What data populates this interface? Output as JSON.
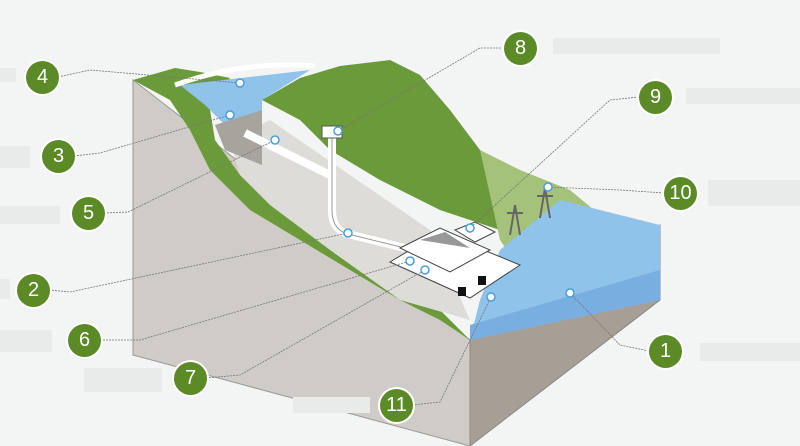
{
  "diagram": {
    "callouts": [
      "1",
      "2",
      "3",
      "4",
      "5",
      "6",
      "7",
      "8",
      "9",
      "10",
      "11"
    ],
    "colors": {
      "badge": "#5b8a26",
      "grass": "#6a9a3a",
      "rock": "#cfcdc9",
      "water": "#8fc3ea",
      "label_box": "#e9eaea"
    }
  }
}
